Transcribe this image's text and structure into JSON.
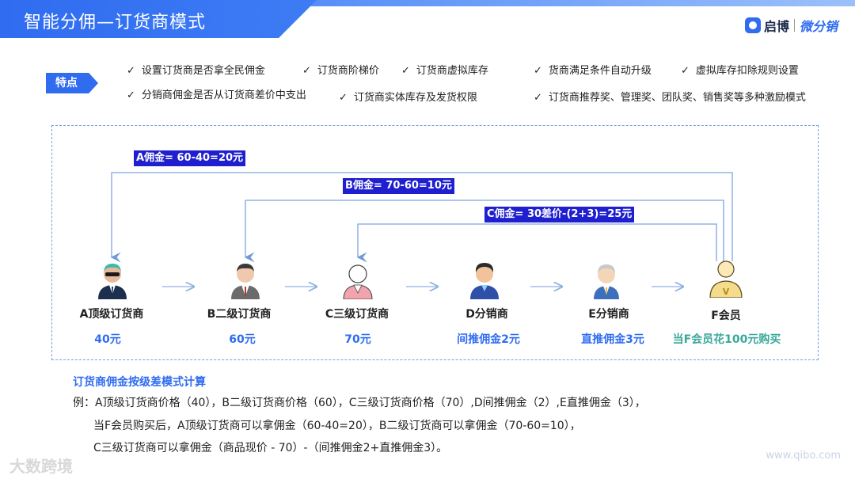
{
  "header": {
    "title": "智能分佣—订货商模式",
    "brand_name": "启博",
    "brand_sub": "微分销"
  },
  "features": {
    "tag": "特点",
    "check_glyph": "✓",
    "items": [
      "设置订货商是否拿全民佣金",
      "订货商阶梯价",
      "订货商虚拟库存",
      "货商满足条件自动升级",
      "虚拟库存扣除规则设置",
      "分销商佣金是否从订货商差价中支出",
      "订货商实体库存及发货权限",
      "订货商推荐奖、管理奖、团队奖、销售奖等多种激励模式"
    ]
  },
  "diagram": {
    "formulas": [
      "A佣金= 60-40=20元",
      "B佣金= 70-60=10元",
      "C佣金= 30差价-(2+3)=25元"
    ],
    "nodes": [
      {
        "name": "A顶级订货商",
        "value": "40元",
        "icon": "agent-avatar-icon"
      },
      {
        "name": "B二级订货商",
        "value": "60元",
        "icon": "businessman-avatar-icon"
      },
      {
        "name": "C三级订货商",
        "value": "70元",
        "icon": "person-avatar-icon"
      },
      {
        "name": "D分销商",
        "value": "间推佣金2元",
        "icon": "distributor-avatar-icon"
      },
      {
        "name": "E分销商",
        "value": "直推佣金3元",
        "icon": "distributor-avatar-icon"
      },
      {
        "name": "F会员",
        "value": "当F会员花100元购买",
        "icon": "vip-member-avatar-icon"
      }
    ],
    "colors": {
      "accent": "#2f6cf0",
      "formula_bg": "#1f1fcf",
      "line": "#7ea4e0",
      "member_value": "#3aa89a"
    }
  },
  "note": {
    "title": "订货商佣金按级差模式计算",
    "lines": [
      "例：A顶级订货商价格（40），B二级订货商价格（60），C三级订货商价格（70）,D间推佣金（2）,E直推佣金（3），",
      "当F会员购买后，A顶级订货商可以拿佣金（60-40=20），B二级订货商可以拿佣金（70-60=10），",
      "C三级订货商可以拿佣金（商品现价 - 70）-（间推佣金2+直推佣金3）。"
    ]
  },
  "watermarks": {
    "left": "大数跨境",
    "right": "www.qibo.com"
  }
}
